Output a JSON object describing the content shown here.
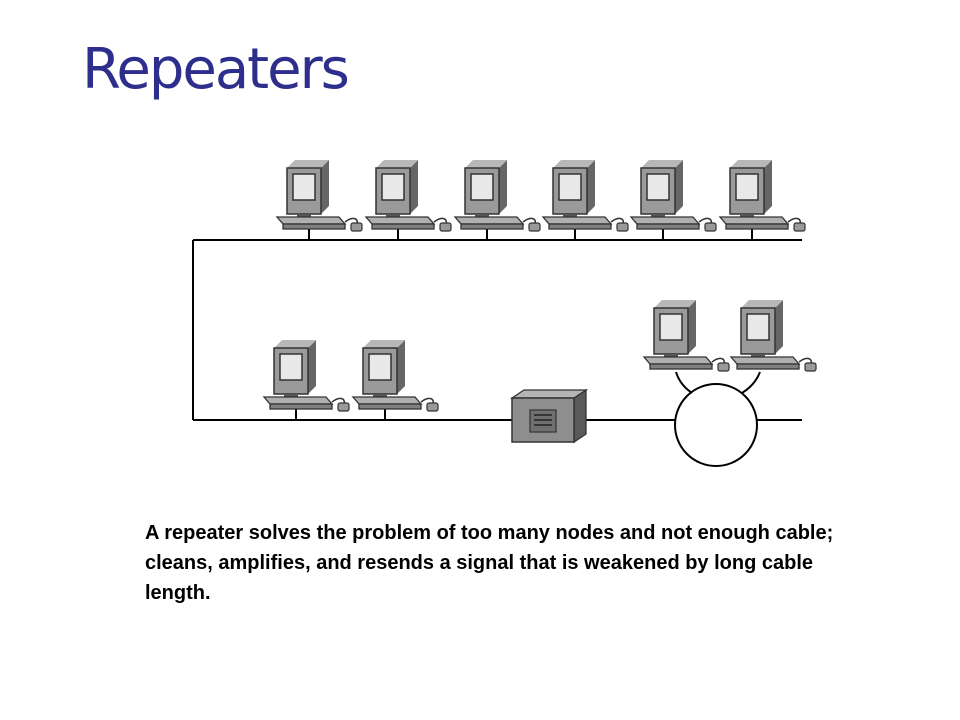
{
  "slide": {
    "title": "Repeaters",
    "caption": "A repeater solves the problem of too many nodes and not enough cable; cleans, amplifies, and resends a signal that is weakened by long cable length.",
    "title_color": "#2e2e8c"
  },
  "diagram": {
    "segments": [
      {
        "id": "top-segment",
        "workstations": 6
      },
      {
        "id": "bottom-segment",
        "workstations": 2,
        "devices": [
          "repeater"
        ]
      },
      {
        "id": "ring",
        "workstations": 2
      }
    ],
    "icons": [
      "workstation-icon",
      "repeater-icon",
      "ring-icon"
    ]
  }
}
